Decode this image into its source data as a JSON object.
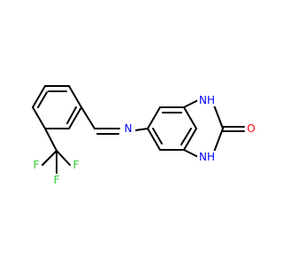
{
  "molecule": {
    "atoms": {
      "N_imine": "N",
      "NH_top": "NH",
      "NH_bottom": "NH",
      "O": "O",
      "F1": "F",
      "F2": "F",
      "F3": "F"
    },
    "colors": {
      "bond": "#000000",
      "nitrogen": "#0000ff",
      "oxygen": "#ff0000",
      "fluorine": "#33cc33"
    }
  }
}
